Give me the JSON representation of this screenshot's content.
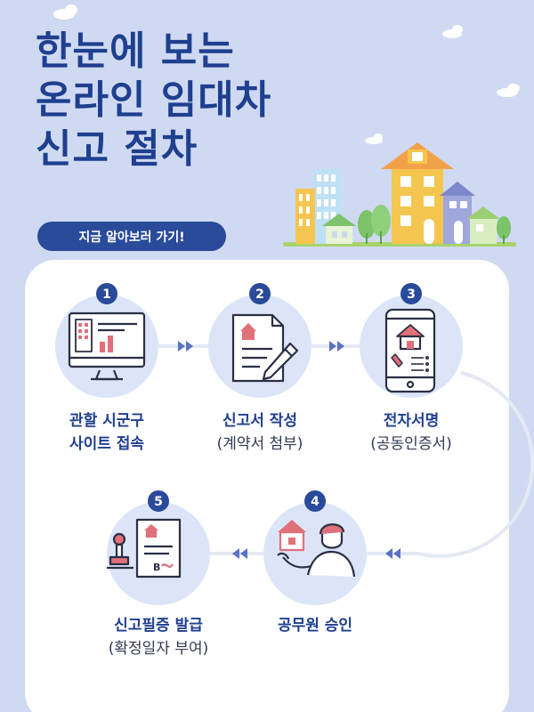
{
  "title": {
    "line1": "한눈에 보는",
    "line2": "온라인 임대차",
    "line3": "신고 절차"
  },
  "cta": {
    "label": "지금 알아보러 가기!"
  },
  "colors": {
    "background": "#cfdaf2",
    "navy": "#1f3f8f",
    "pill": "#2a4a9a",
    "step_circle": "#dce5f7",
    "accent_red": "#e0707a",
    "building_yellow": "#f4c64f",
    "arrow": "#5b72c4"
  },
  "steps": [
    {
      "number": "1",
      "title": "관할 시군구",
      "subtitle": "사이트 접속",
      "icon": "computer-monitor-icon"
    },
    {
      "number": "2",
      "title": "신고서 작성",
      "subtitle": "(계약서 첨부)",
      "icon": "document-pen-icon"
    },
    {
      "number": "3",
      "title": "전자서명",
      "subtitle": "(공동인증서)",
      "icon": "smartphone-icon"
    },
    {
      "number": "4",
      "title": "공무원 승인",
      "subtitle": "",
      "icon": "officer-house-icon"
    },
    {
      "number": "5",
      "title": "신고필증 발급",
      "subtitle": "(확정일자 부여)",
      "icon": "stamp-certificate-icon"
    }
  ]
}
